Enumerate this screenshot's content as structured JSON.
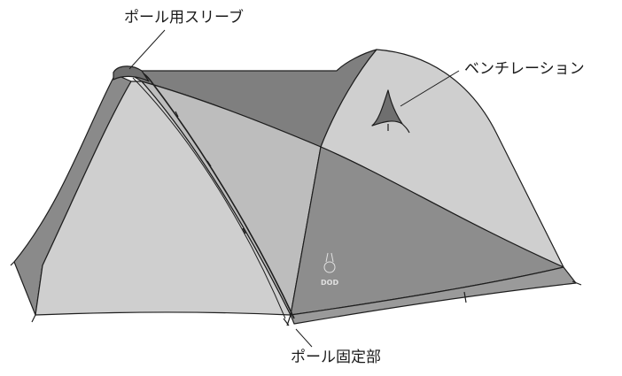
{
  "labels": {
    "pole_sleeve": "ポール用スリーブ",
    "ventilation": "ベンチレーション",
    "pole_fixing_point": "ポール固定部"
  },
  "logo": {
    "text": "DOD",
    "icon": "rabbit-logo"
  },
  "colors": {
    "fabric_light": "#cfcfcf",
    "fabric_mid": "#bdbdbd",
    "fabric_dark": "#8a8a8a",
    "fabric_darker": "#7b7b7b",
    "outline": "#1e1e1e"
  }
}
